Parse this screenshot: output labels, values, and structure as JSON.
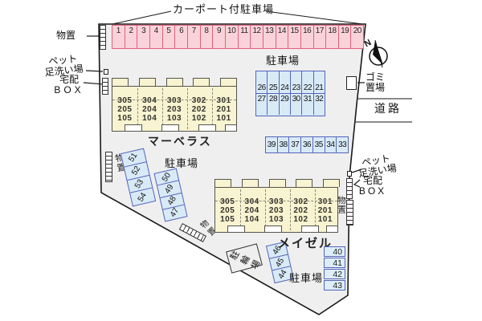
{
  "title_labels": {
    "carport": "カーポート付駐車場"
  },
  "carport_spaces": [
    "1",
    "2",
    "3",
    "4",
    "5",
    "6",
    "7",
    "8",
    "9",
    "10",
    "11",
    "12",
    "13",
    "14",
    "15",
    "16",
    "17",
    "18",
    "19",
    "20"
  ],
  "left_annotations": {
    "storage": "物置",
    "pet_line1": "ペット",
    "pet_line2": "足洗い場",
    "delivery_line1": "宅配",
    "delivery_line2": "BOX"
  },
  "right_annotations": {
    "compass_n": "N",
    "trash_line1": "ゴミ",
    "trash_line2": "置場",
    "road": "道路",
    "pet_line1": "ペット",
    "pet_line2": "足洗い場",
    "delivery_line1": "宅配",
    "delivery_line2": "BOX",
    "storage": "物置"
  },
  "mid_parking": {
    "label": "駐車場",
    "row1": [
      "26",
      "25",
      "24",
      "23",
      "22",
      "21"
    ],
    "row2": [
      "27",
      "28",
      "29",
      "30",
      "31",
      "32"
    ]
  },
  "row_39_33": [
    "39",
    "38",
    "37",
    "36",
    "35",
    "34",
    "33"
  ],
  "buildings": {
    "marvelous": {
      "name": "マーベラス",
      "units": [
        [
          "305",
          "205",
          "105"
        ],
        [
          "304",
          "204",
          "104"
        ],
        [
          "303",
          "203",
          "103"
        ],
        [
          "302",
          "202",
          "102"
        ],
        [
          "301",
          "201",
          "101"
        ]
      ]
    },
    "meisel": {
      "name": "メイゼル",
      "units": [
        [
          "305",
          "205",
          "105"
        ],
        [
          "304",
          "204",
          "104"
        ],
        [
          "303",
          "203",
          "103"
        ],
        [
          "302",
          "202",
          "102"
        ],
        [
          "301",
          "201",
          "101"
        ]
      ]
    }
  },
  "left_parking": {
    "label": "駐車場",
    "block1": [
      "51",
      "52",
      "53",
      "54"
    ],
    "block2": [
      "50",
      "49",
      "48",
      "47"
    ],
    "storage": "物置"
  },
  "bottom_area": {
    "bicycle": "駐輪場",
    "block3": [
      "46",
      "45",
      "44"
    ],
    "storage_char1": "物",
    "storage_char2": "置"
  },
  "right_parking": {
    "label": "駐車場",
    "spaces": [
      "40",
      "41",
      "42",
      "43"
    ]
  },
  "colors": {
    "carport_fill": "#fad3da",
    "carport_border": "#e0607a",
    "parking_fill": "#d9eaf7",
    "parking_border": "#5565bb",
    "building_fill": "#f8f3d0",
    "property_fill": "#efefef"
  }
}
